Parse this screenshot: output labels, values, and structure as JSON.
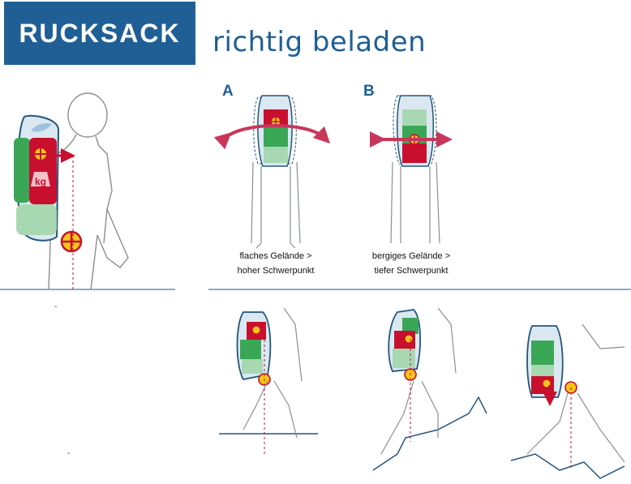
{
  "header": {
    "title": "RUCKSACK",
    "subtitle": "richtig beladen"
  },
  "panel_a": {
    "letter": "A",
    "caption_line1": "flaches Gelände >",
    "caption_line2": "hoher Schwerpunkt"
  },
  "panel_b": {
    "letter": "B",
    "caption_line1": "bergiges Gelände >",
    "caption_line2": "tiefer Schwerpunkt"
  },
  "main_figure": {
    "weight_label": "kg"
  },
  "margin_marks": [
    "-",
    "-"
  ],
  "colors": {
    "brand_blue": "#1f5f96",
    "outline_blue": "#23567f",
    "pack_fill": "#dbe8f1",
    "heavy_red": "#c8102e",
    "medium_green": "#3aa756",
    "light_green": "#a8d8b1",
    "arrow_magenta": "#c8375a",
    "cog_yellow": "#f5c518"
  },
  "icons": [
    "feather-icon",
    "weight-icon",
    "center-of-gravity-icon",
    "sway-arrow-icon",
    "load-arrow-icon"
  ]
}
